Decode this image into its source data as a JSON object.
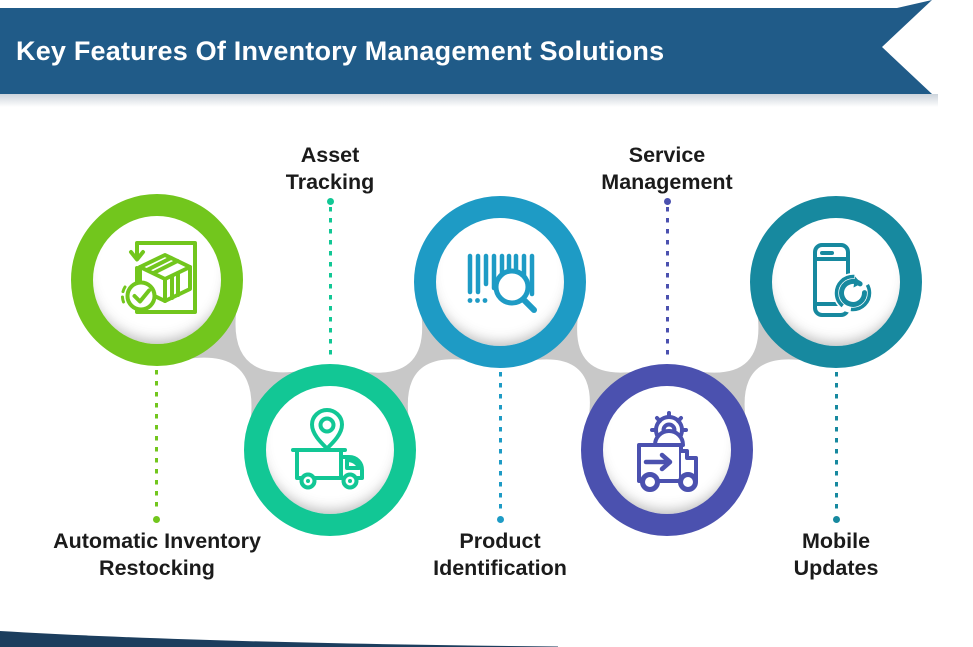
{
  "header": {
    "title": "Key Features Of Inventory Management Solutions",
    "bar_color": "#205b88",
    "text_color": "#ffffff"
  },
  "features": [
    {
      "id": "automatic-inventory-restocking",
      "label_line1": "Automatic Inventory",
      "label_line2": "Restocking",
      "color": "#72c61d",
      "icon": "package-check-icon"
    },
    {
      "id": "asset-tracking",
      "label_line1": "Asset",
      "label_line2": "Tracking",
      "color": "#12c795",
      "icon": "delivery-truck-pin-icon"
    },
    {
      "id": "product-identification",
      "label_line1": "Product",
      "label_line2": "Identification",
      "color": "#1e9bc5",
      "icon": "barcode-magnifier-icon"
    },
    {
      "id": "service-management",
      "label_line1": "Service",
      "label_line2": "Management",
      "color": "#4b51af",
      "icon": "service-truck-gear-icon"
    },
    {
      "id": "mobile-updates",
      "label_line1": "Mobile",
      "label_line2": "Updates",
      "color": "#17899f",
      "icon": "phone-refresh-icon"
    }
  ],
  "connector_color": "#c8c8c8",
  "label_text_color": "#1b1b1b",
  "background_color": "#ffffff",
  "bottom_decoration_color": "#1c3e5e"
}
